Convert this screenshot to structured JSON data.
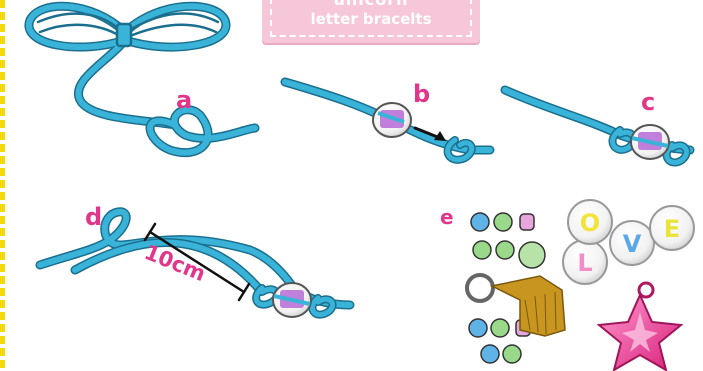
{
  "banner": {
    "cut_title": "unicorn",
    "subtitle": "letter bracelts"
  },
  "steps": {
    "a": "a",
    "b": "b",
    "c": "c",
    "d": "d",
    "e": "e"
  },
  "measurement": "10cm",
  "beads": [
    "L",
    "O",
    "V",
    "E"
  ],
  "colors": {
    "cord": "#3ab3d9",
    "accent": "#e0378b",
    "banner": "#f6c6d9",
    "tassel": "#c8951e"
  }
}
